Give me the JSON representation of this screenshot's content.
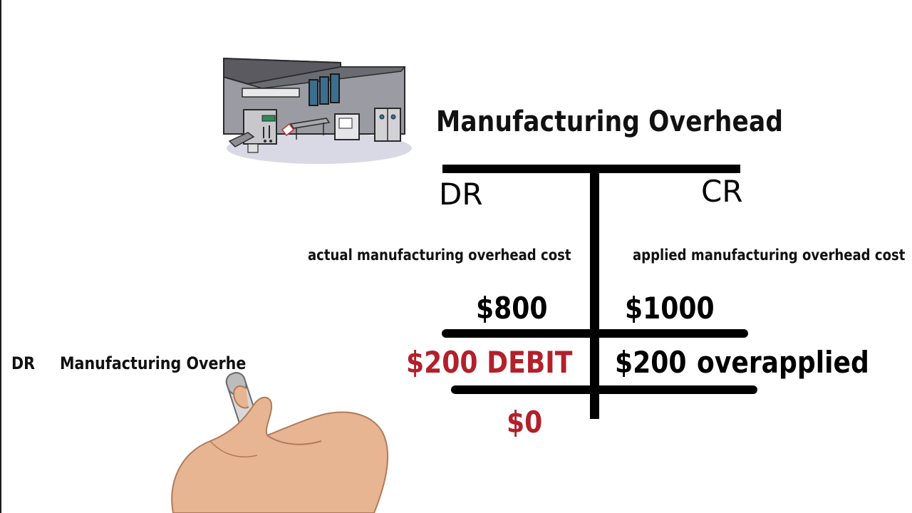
{
  "account": {
    "title": "Manufacturing Overhead",
    "debit_header": "DR",
    "credit_header": "CR",
    "debit_description": "actual manufacturing overhead cost",
    "credit_description": "applied manufacturing overhead cost",
    "debit_amount": "$800",
    "credit_amount": "$1000",
    "adjustment_debit": "$200 DEBIT",
    "balance_amount": "$200",
    "balance_label": "overapplied",
    "ending_balance": "$0"
  },
  "journal_entry": {
    "side": "DR",
    "account_partial": "Manufacturing Overhe"
  },
  "colors": {
    "ink": "#000000",
    "accent_red": "#b3202a",
    "background": "#ffffff"
  },
  "icons": [
    "factory-illustration",
    "hand-with-marker-icon"
  ]
}
